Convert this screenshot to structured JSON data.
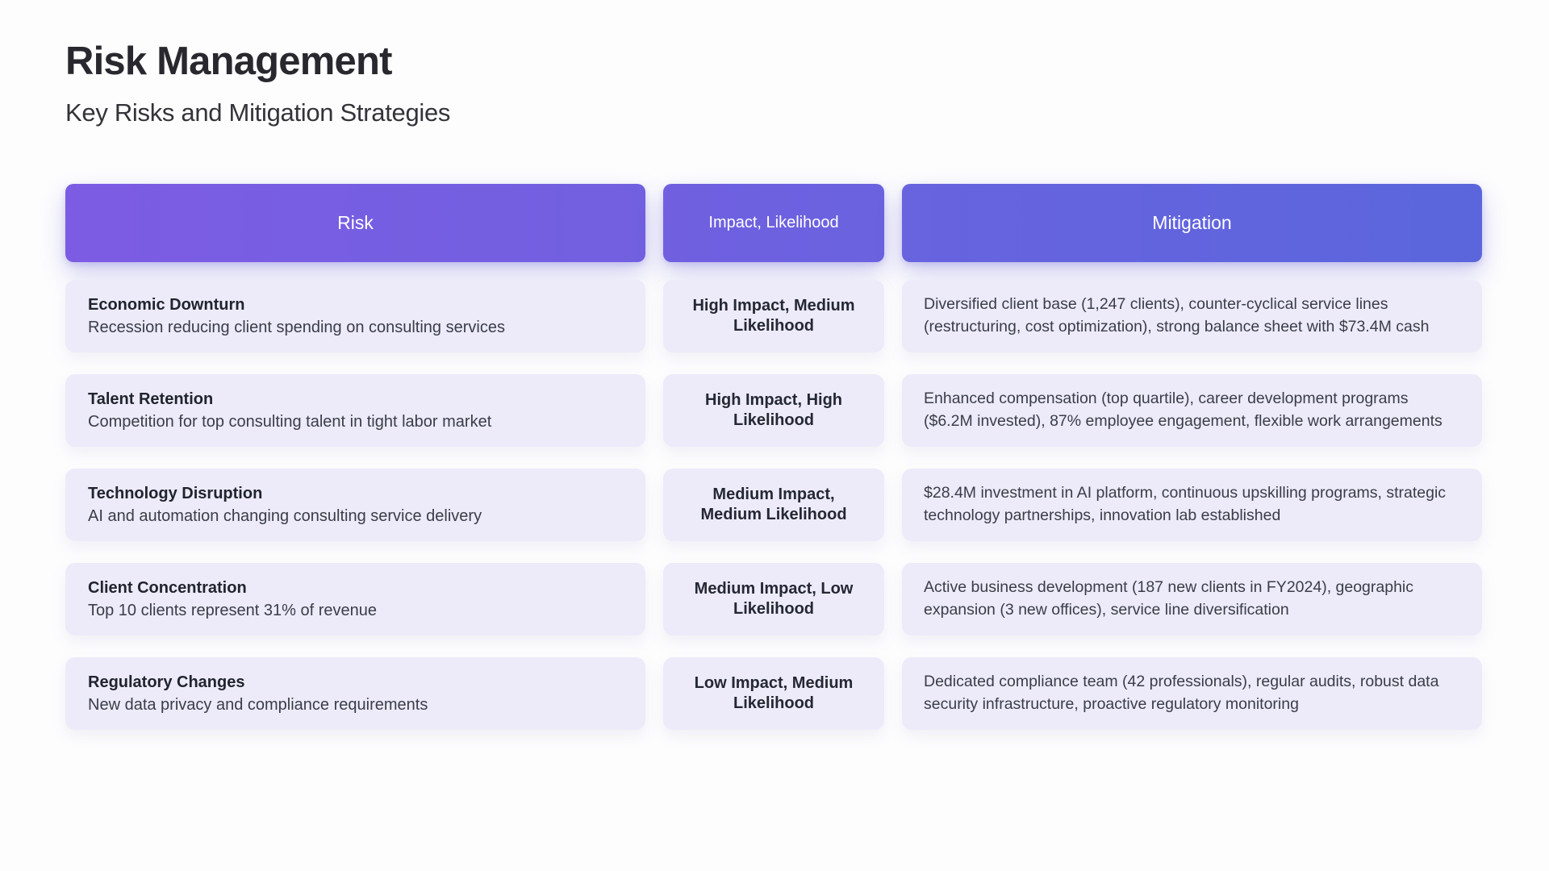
{
  "page": {
    "title": "Risk Management",
    "subtitle": "Key Risks and Mitigation Strategies"
  },
  "colors": {
    "header_gradient_start": "#7c5ce3",
    "header_gradient_end": "#5b66dc",
    "cell_background": "#edebf9",
    "title_text": "#28282e",
    "cell_text": "#3a3d49"
  },
  "table": {
    "headers": {
      "risk": "Risk",
      "impact": "Impact, Likelihood",
      "mitigation": "Mitigation"
    },
    "rows": [
      {
        "risk_title": "Economic Downturn",
        "risk_description": "Recession reducing client spending on consulting services",
        "impact": "High Impact, Medium\nLikelihood",
        "mitigation": "Diversified client base (1,247 clients), counter-cyclical service lines (restructuring, cost optimization), strong balance sheet with $73.4M cash"
      },
      {
        "risk_title": "Talent Retention",
        "risk_description": "Competition for top consulting talent in tight labor market",
        "impact": "High Impact, High\nLikelihood",
        "mitigation": "Enhanced compensation (top quartile), career development programs ($6.2M invested), 87% employee engagement, flexible work arrangements"
      },
      {
        "risk_title": "Technology Disruption",
        "risk_description": "AI and automation changing consulting service delivery",
        "impact": "Medium Impact,\nMedium Likelihood",
        "mitigation": "$28.4M investment in AI platform, continuous upskilling programs, strategic technology partnerships, innovation lab established"
      },
      {
        "risk_title": "Client Concentration",
        "risk_description": "Top 10 clients represent 31% of revenue",
        "impact": "Medium Impact, Low\nLikelihood",
        "mitigation": "Active business development (187 new clients in FY2024), geographic expansion (3 new offices), service line diversification"
      },
      {
        "risk_title": "Regulatory Changes",
        "risk_description": "New data privacy and compliance requirements",
        "impact": "Low Impact, Medium\nLikelihood",
        "mitigation": "Dedicated compliance team (42 professionals), regular audits, robust data security infrastructure, proactive regulatory monitoring"
      }
    ]
  }
}
